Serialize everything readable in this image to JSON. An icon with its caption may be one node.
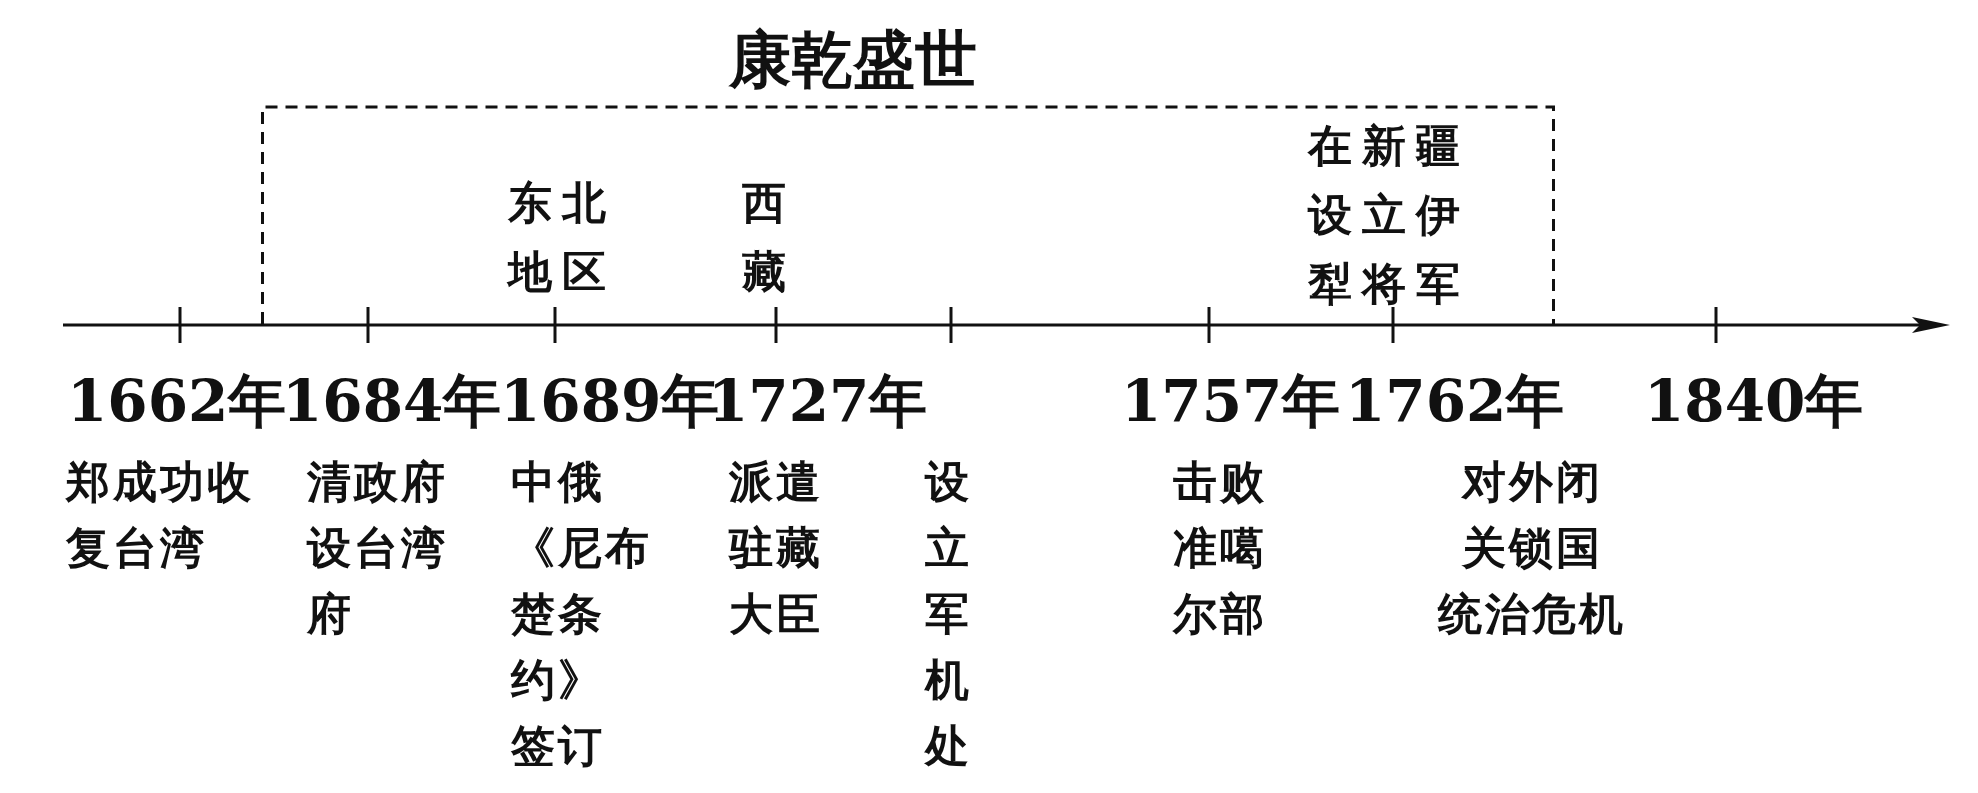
{
  "diagram": {
    "nodes": [
      {
        "text": [
          "康乾盛世"
        ]
      }
    ],
    "labels": [
      "东北地区",
      "西藏",
      "在新疆设立伊犁将军",
      "1662年",
      "1684年",
      "1689年",
      "1727年",
      "1757年",
      "1762年",
      "1840年",
      "郑成功收复台湾",
      "清政府设台湾府",
      "中俄《尼布楚条约》签订",
      "派遣驻藏大臣",
      "设立军机处",
      "击败准噶尔部",
      "对外闭关锁国统治危机"
    ]
  }
}
